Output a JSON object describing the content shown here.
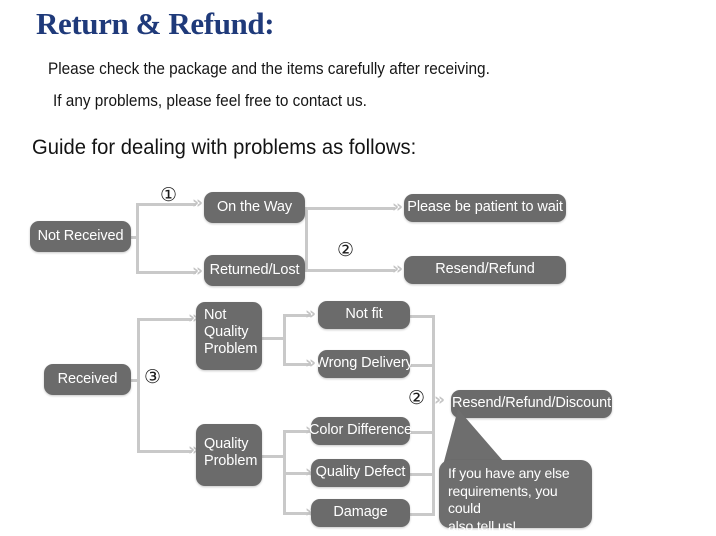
{
  "header": {
    "title": "Return & Refund:",
    "title_color": "#1f3a7a",
    "intro_line_1": "Please check the package and the items carefully after receiving.",
    "intro_line_2": "If any problems, please feel free to contact us.",
    "guide_line": "Guide for dealing with problems as follows:"
  },
  "flowchart": {
    "node_color": "#6b6b6b",
    "connector_color": "#c9c9c9",
    "arrow_glyph": "»",
    "markers": [
      {
        "label": "①"
      },
      {
        "label": "②"
      },
      {
        "label": "③"
      },
      {
        "label": "②"
      }
    ],
    "nodes": {
      "not_received": "Not Received",
      "on_the_way": "On the Way",
      "returned_lost": "Returned/Lost",
      "please_wait": "Please be patient to wait",
      "resend_refund": "Resend/Refund",
      "received": "Received",
      "not_quality_problem_1": "Not",
      "not_quality_problem_2": "Quality",
      "not_quality_problem_3": "Problem",
      "quality_problem_1": "Quality",
      "quality_problem_2": "Problem",
      "not_fit": "Not fit",
      "wrong_delivery": "Wrong Delivery",
      "color_difference": "Color Difference",
      "quality_defect": "Quality Defect",
      "damage": "Damage",
      "resend_refund_discount": "Resend/Refund/Discount"
    },
    "callout": {
      "line_1": "If you have any else",
      "line_2": "requirements, you could",
      "line_3": "also tell us!"
    }
  }
}
